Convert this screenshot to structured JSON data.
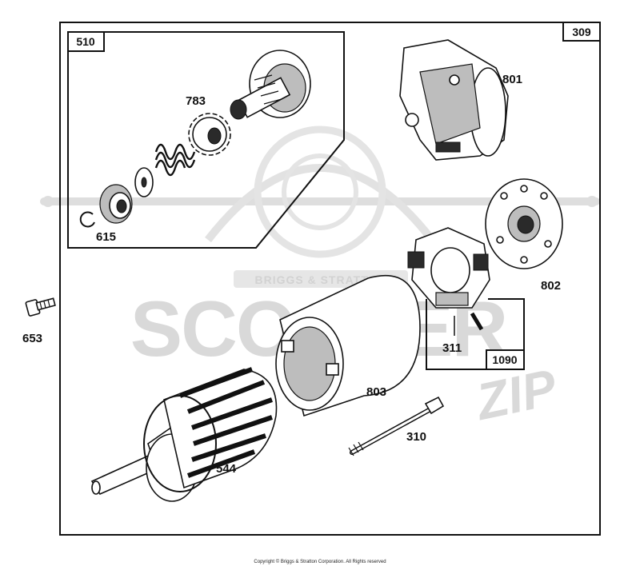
{
  "diagram": {
    "outer_box_label": "309",
    "inset_box_label": "510",
    "brush_box_label": "1090",
    "parts": {
      "p783": "783",
      "p615": "615",
      "p801": "801",
      "p802": "802",
      "p311": "311",
      "p653": "653",
      "p803": "803",
      "p310": "310",
      "p544": "544"
    }
  },
  "watermark": {
    "brand_plate": "BRIGGS & STRATTON",
    "main": "SCOOTER",
    "script": "ZIP"
  },
  "footer": {
    "copyright": "Copyright © Briggs & Stratton Corporation. All Rights reserved"
  }
}
